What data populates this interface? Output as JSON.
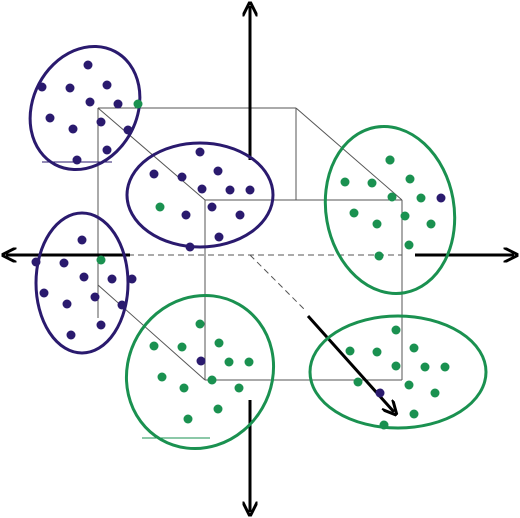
{
  "colors": {
    "background": "#ffffff",
    "axis": "#000000",
    "cube_edge": "#555555",
    "class_a": "#2a1a6e",
    "class_b": "#1a9150"
  },
  "clusters": [
    {
      "id": "top-left",
      "class": "class_a",
      "points": [
        {
          "class": "class_a"
        },
        {
          "class": "class_a"
        },
        {
          "class": "class_a"
        },
        {
          "class": "class_a"
        },
        {
          "class": "class_a"
        },
        {
          "class": "class_a"
        },
        {
          "class": "class_b"
        },
        {
          "class": "class_a"
        },
        {
          "class": "class_a"
        },
        {
          "class": "class_a"
        },
        {
          "class": "class_a"
        },
        {
          "class": "class_a"
        },
        {
          "class": "class_a"
        }
      ]
    },
    {
      "id": "center-top",
      "class": "class_a",
      "points": [
        {
          "class": "class_a"
        },
        {
          "class": "class_a"
        },
        {
          "class": "class_a"
        },
        {
          "class": "class_a"
        },
        {
          "class": "class_a"
        },
        {
          "class": "class_a"
        },
        {
          "class": "class_a"
        },
        {
          "class": "class_b"
        },
        {
          "class": "class_a"
        },
        {
          "class": "class_a"
        },
        {
          "class": "class_a"
        },
        {
          "class": "class_a"
        },
        {
          "class": "class_a"
        }
      ]
    },
    {
      "id": "middle-left",
      "class": "class_a",
      "points": [
        {
          "class": "class_a"
        },
        {
          "class": "class_a"
        },
        {
          "class": "class_a"
        },
        {
          "class": "class_b"
        },
        {
          "class": "class_a"
        },
        {
          "class": "class_a"
        },
        {
          "class": "class_a"
        },
        {
          "class": "class_a"
        },
        {
          "class": "class_a"
        },
        {
          "class": "class_a"
        },
        {
          "class": "class_a"
        },
        {
          "class": "class_a"
        },
        {
          "class": "class_a"
        }
      ]
    },
    {
      "id": "top-right",
      "class": "class_b",
      "points": [
        {
          "class": "class_b"
        },
        {
          "class": "class_b"
        },
        {
          "class": "class_b"
        },
        {
          "class": "class_b"
        },
        {
          "class": "class_b"
        },
        {
          "class": "class_b"
        },
        {
          "class": "class_a"
        },
        {
          "class": "class_b"
        },
        {
          "class": "class_b"
        },
        {
          "class": "class_b"
        },
        {
          "class": "class_b"
        },
        {
          "class": "class_b"
        },
        {
          "class": "class_b"
        },
        {
          "class": "class_b"
        }
      ]
    },
    {
      "id": "bottom-center",
      "class": "class_b",
      "points": [
        {
          "class": "class_b"
        },
        {
          "class": "class_b"
        },
        {
          "class": "class_b"
        },
        {
          "class": "class_b"
        },
        {
          "class": "class_a"
        },
        {
          "class": "class_b"
        },
        {
          "class": "class_b"
        },
        {
          "class": "class_b"
        },
        {
          "class": "class_b"
        },
        {
          "class": "class_b"
        },
        {
          "class": "class_b"
        },
        {
          "class": "class_b"
        },
        {
          "class": "class_b"
        }
      ]
    },
    {
      "id": "bottom-right",
      "class": "class_b",
      "points": [
        {
          "class": "class_b"
        },
        {
          "class": "class_b"
        },
        {
          "class": "class_b"
        },
        {
          "class": "class_b"
        },
        {
          "class": "class_b"
        },
        {
          "class": "class_b"
        },
        {
          "class": "class_b"
        },
        {
          "class": "class_b"
        },
        {
          "class": "class_a"
        },
        {
          "class": "class_b"
        },
        {
          "class": "class_b"
        },
        {
          "class": "class_b"
        },
        {
          "class": "class_b"
        }
      ]
    }
  ]
}
